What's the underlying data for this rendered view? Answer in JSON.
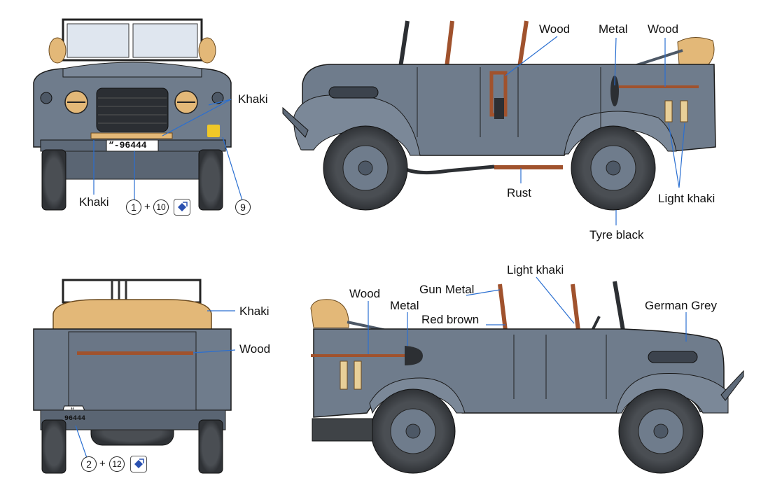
{
  "colors": {
    "german_grey": "#6f7c8c",
    "grey_dark": "#4d5866",
    "grey_light": "#8b97a6",
    "khaki": "#e3b878",
    "wood": "#a0522d",
    "tyre_black": "#3f4347",
    "metal": "#2c2f33",
    "line": "#1a1a1a"
  },
  "plates": {
    "front_plate": "“-96444",
    "rear_plate_mark": "“",
    "rear_plate_number": "96444"
  },
  "callouts": {
    "front_khaki_right": "Khaki",
    "front_khaki_left": "Khaki",
    "front_circle_1": "1",
    "front_plus": "+",
    "front_circle_10": "10",
    "front_circle_9": "9",
    "side1_wood_a": "Wood",
    "side1_metal": "Metal",
    "side1_wood_b": "Wood",
    "side1_rust": "Rust",
    "side1_light_khaki": "Light khaki",
    "side1_tyre_black": "Tyre black",
    "rear_khaki": "Khaki",
    "rear_wood": "Wood",
    "rear_circle_2": "2",
    "rear_plus": "+",
    "rear_circle_12": "12",
    "side2_wood": "Wood",
    "side2_metal": "Metal",
    "side2_gun_metal": "Gun Metal",
    "side2_light_khaki": "Light khaki",
    "side2_red_brown": "Red brown",
    "side2_german_grey": "German Grey"
  },
  "icons": [
    "decal-icon"
  ]
}
